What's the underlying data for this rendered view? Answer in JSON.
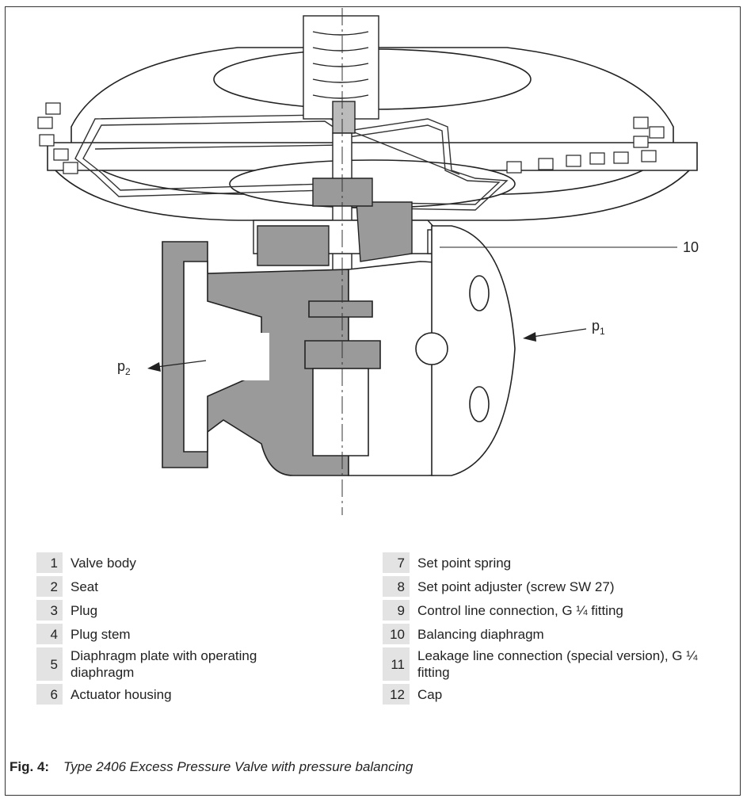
{
  "annotations": {
    "callout_10": "10",
    "p1": "p",
    "p1_sub": "1",
    "p2": "p",
    "p2_sub": "2"
  },
  "legend_left": [
    {
      "num": "1",
      "label": "Valve body"
    },
    {
      "num": "2",
      "label": "Seat"
    },
    {
      "num": "3",
      "label": "Plug"
    },
    {
      "num": "4",
      "label": "Plug stem"
    },
    {
      "num": "5",
      "label": "Diaphragm plate with operating diaphragm"
    },
    {
      "num": "6",
      "label": "Actuator housing"
    }
  ],
  "legend_right": [
    {
      "num": "7",
      "label": "Set point spring"
    },
    {
      "num": "8",
      "label": "Set point adjuster (screw SW 27)"
    },
    {
      "num": "9",
      "label": "Control line connection, G ¼ fitting"
    },
    {
      "num": "10",
      "label": "Balancing diaphragm"
    },
    {
      "num": "11",
      "label": "Leakage line connection (special version), G ¼ fitting"
    },
    {
      "num": "12",
      "label": "Cap"
    }
  ],
  "caption": {
    "figure": "Fig. 4:",
    "text": "Type 2406 Excess Pressure Valve with pressure balancing"
  }
}
